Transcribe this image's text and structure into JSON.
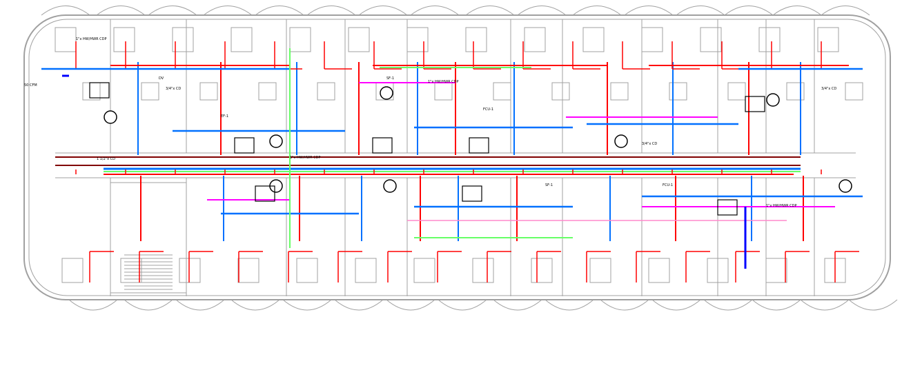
{
  "drawing": {
    "colors": {
      "walls": "#a0a0a0",
      "supply_red": "#ff0000",
      "return_darkred": "#800000",
      "chilled_blue": "#0070ff",
      "duct_blue": "#0000ff",
      "green": "#66ff66",
      "magenta": "#ff00ff",
      "pink": "#ff88cc"
    },
    "labels": {
      "hw": "1\"x HW/HWR CDP",
      "cd": "3/4\"x CD",
      "cd2": "3/4\"x CD",
      "ef": "EF-1",
      "sf": "SF-1",
      "fcu": "FCU-1",
      "dv": "DV",
      "cfm": "50 CFM",
      "corridor_cd": "1 1/2\"x CD"
    }
  }
}
